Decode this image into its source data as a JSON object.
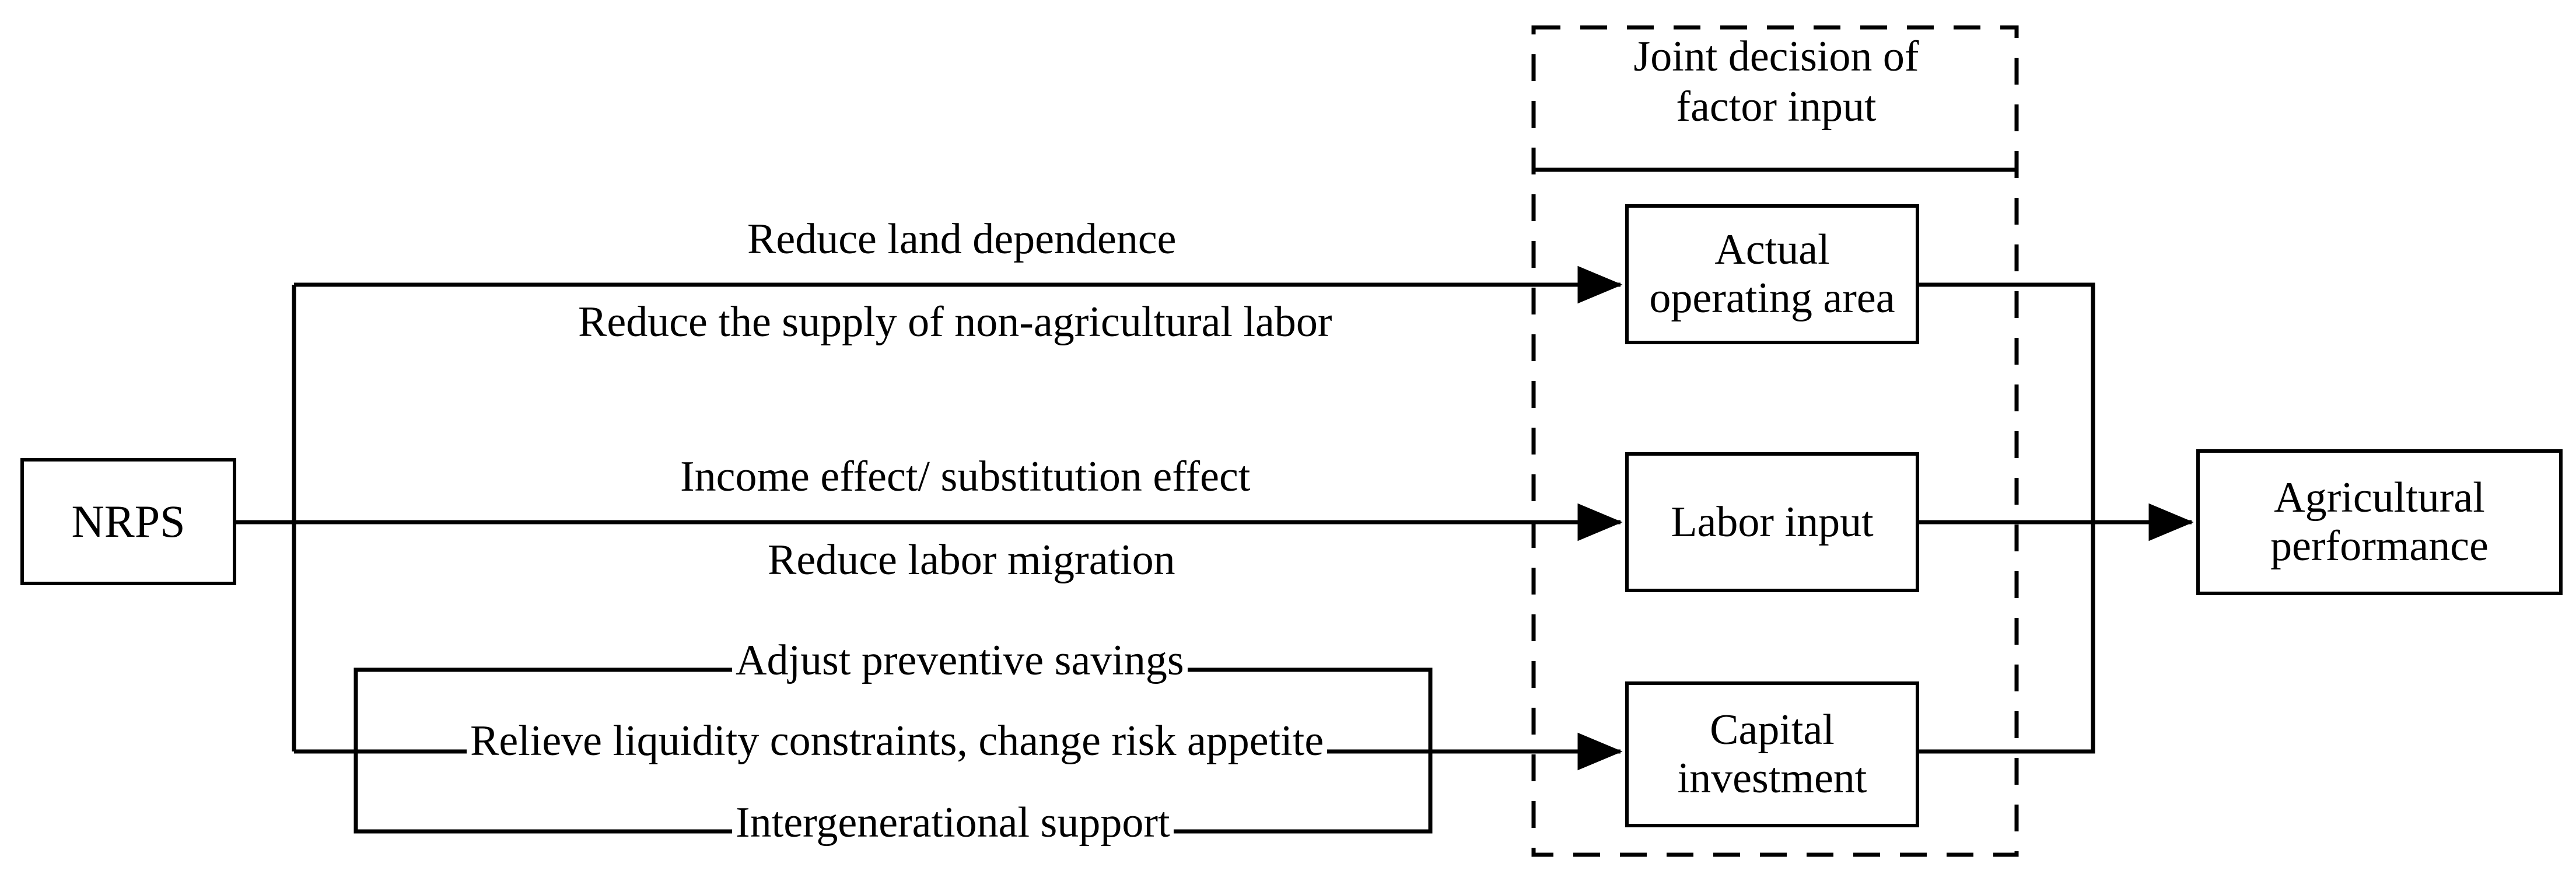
{
  "diagram": {
    "title_dashed_group": "Joint decision of\nfactor input",
    "nodes": {
      "nrps": "NRPS",
      "actual_operating_area": "Actual\noperating area",
      "labor_input": "Labor input",
      "capital_investment": "Capital\ninvestment",
      "agricultural_performance": "Agricultural\nperformance"
    },
    "edge_labels": {
      "reduce_land_dependence": "Reduce land dependence",
      "reduce_nonagri_labor_supply": "Reduce the supply of non-agricultural labor",
      "income_substitution_effect": "Income effect/ substitution effect",
      "reduce_labor_migration": "Reduce labor migration",
      "adjust_preventive_savings": "Adjust preventive savings",
      "relieve_liquidity_constraints": "Relieve liquidity constraints, change risk appetite",
      "intergenerational_support": "Intergenerational support"
    },
    "colors": {
      "stroke": "#000000",
      "background": "#ffffff"
    }
  }
}
